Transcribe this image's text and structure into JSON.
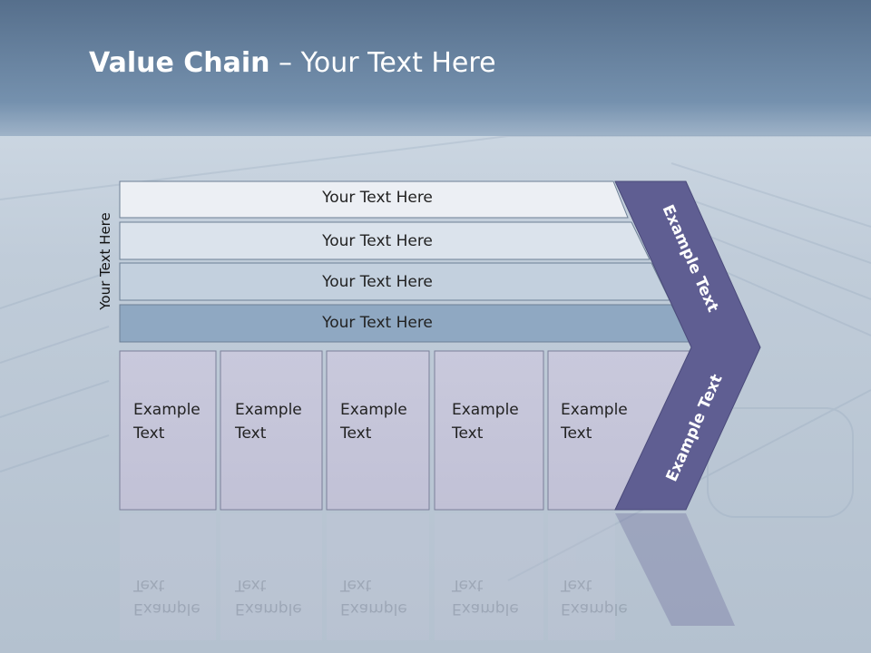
{
  "slide": {
    "title_bold": "Value Chain",
    "title_rest": " – Your Text Here",
    "side_label": "Your Text Here"
  },
  "bars": [
    {
      "label": "Your Text Here",
      "color": "#eceff4"
    },
    {
      "label": "Your Text Here",
      "color": "#dbe3ec"
    },
    {
      "label": "Your Text Here",
      "color": "#c3d0de"
    },
    {
      "label": "Your Text Here",
      "color": "#8fa8c2"
    }
  ],
  "boxes": [
    {
      "line1": "Example",
      "line2": "Text"
    },
    {
      "line1": "Example",
      "line2": "Text"
    },
    {
      "line1": "Example",
      "line2": "Text"
    },
    {
      "line1": "Example",
      "line2": "Text"
    },
    {
      "line1": "Example",
      "line2": "Text"
    }
  ],
  "chevron": {
    "upper_label": "Example Text",
    "lower_label": "Example Text",
    "color": "#5f5e92"
  },
  "colors": {
    "header": "#6e8aa6",
    "box_fill": "#c5c5d9"
  }
}
